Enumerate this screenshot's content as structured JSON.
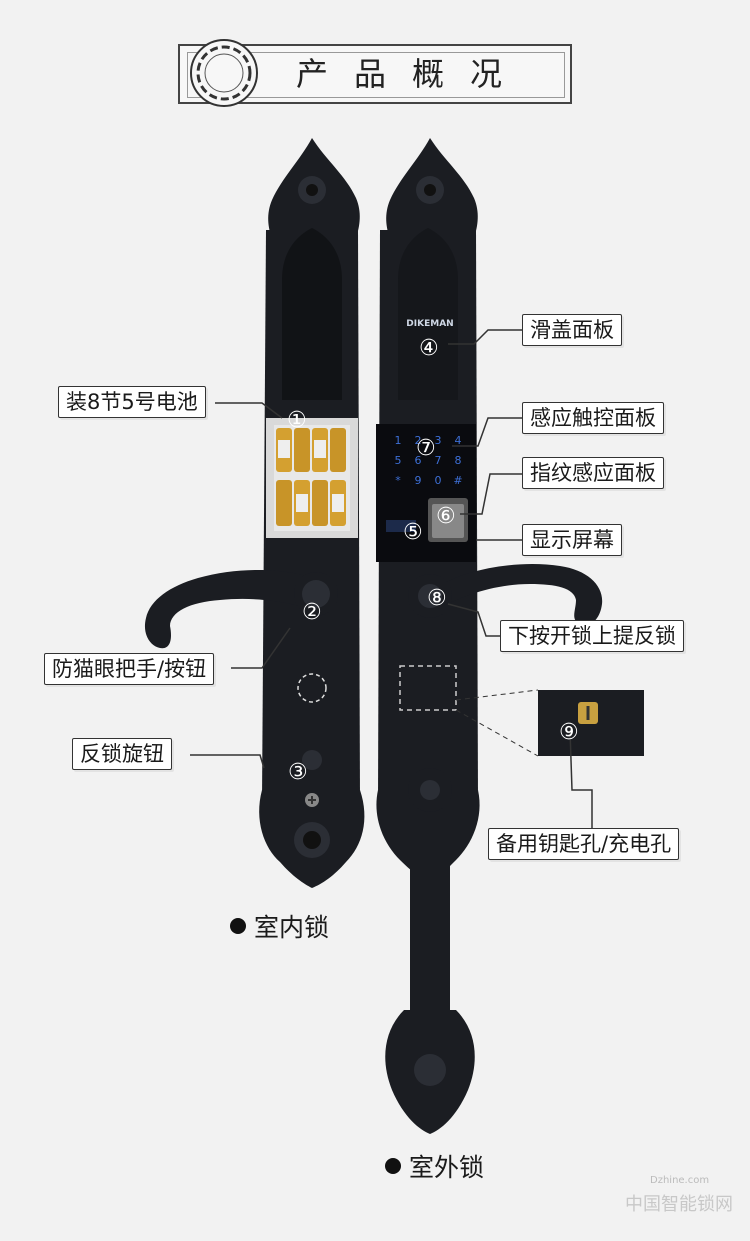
{
  "header": {
    "title": "产品概况"
  },
  "numbers": {
    "n1": "①",
    "n2": "②",
    "n3": "③",
    "n4": "④",
    "n5": "⑤",
    "n6": "⑥",
    "n7": "⑦",
    "n8": "⑧",
    "n9": "⑨"
  },
  "labels": {
    "battery": "装8节5号电池",
    "handle_button": "防猫眼把手/按钮",
    "knob": "反锁旋钮",
    "slide_cover": "滑盖面板",
    "touch_panel": "感应触控面板",
    "fingerprint": "指纹感应面板",
    "display": "显示屏幕",
    "press_unlock": "下按开锁上提反锁",
    "key_hole": "备用钥匙孔/充电孔"
  },
  "captions": {
    "indoor": "室内锁",
    "outdoor": "室外锁"
  },
  "brand": "DIKEMAN",
  "keypad": [
    "1",
    "2",
    "3",
    "4",
    "5",
    "6",
    "7",
    "8",
    "9",
    "0",
    "#",
    "*"
  ],
  "watermark": {
    "url": "Dzhine.com",
    "text": "中国智能锁网"
  },
  "colors": {
    "lock": "#1b1d22",
    "background": "#f2f2f2",
    "keypad_glow": "#3d6fd6",
    "battery_gold": "#d4a030"
  }
}
